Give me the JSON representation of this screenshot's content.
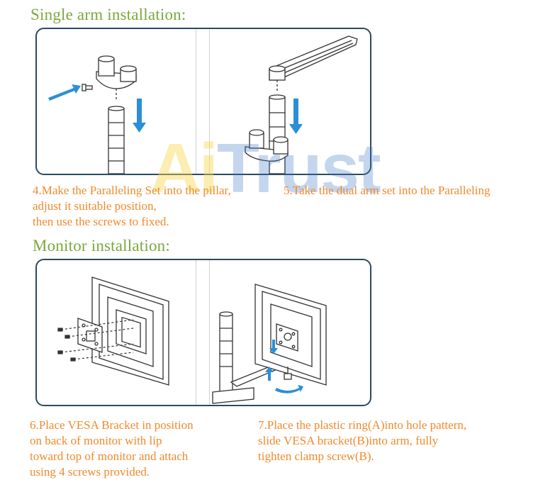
{
  "sections": {
    "single_arm": {
      "title": "Single arm installation:"
    },
    "monitor": {
      "title": "Monitor installation:"
    }
  },
  "captions": {
    "step4": {
      "line1": "4.Make the Paralleling Set into the pillar,",
      "line2": "adjust it suitable position,",
      "line3": "then use the screws to fixed."
    },
    "step5": {
      "line1": "5.Take the dual arm set into the Paralleling"
    },
    "step6": {
      "line1": "6.Place VESA Bracket in position",
      "line2": "on back of monitor with lip",
      "line3": "toward top of monitor and attach",
      "line4": "using 4 screws provided."
    },
    "step7": {
      "line1": "7.Place the plastic ring(A)into hole pattern,",
      "line2": "slide VESA bracket(B)into arm, fully",
      "line3": "tighten clamp screw(B)."
    }
  },
  "watermark": {
    "part1": "Ai",
    "part2": "Trust"
  },
  "colors": {
    "heading": "#7aa83c",
    "caption": "#f08a2c",
    "panel_border": "#2a4a62",
    "arrow": "#2a8fd6"
  },
  "icons": [
    "pillar",
    "paralleling-set",
    "arrow-down",
    "arrow-right",
    "screw",
    "dual-arm",
    "monitor-back",
    "vesa-bracket",
    "rotate-arrow"
  ]
}
